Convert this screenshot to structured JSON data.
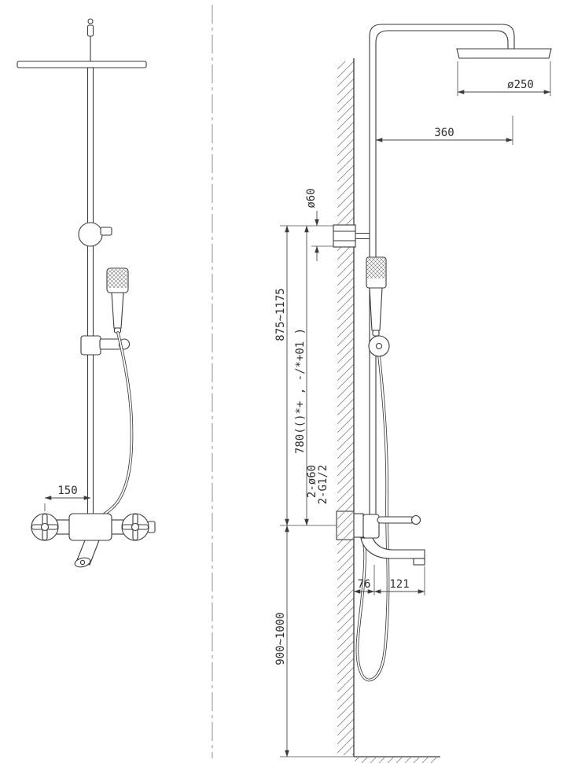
{
  "front_view": {
    "handle_spacing": "150"
  },
  "side_view": {
    "head_diameter": "ø250",
    "arm_reach": "360",
    "bracket_diameter": "ø60",
    "riser_height_range": "875~1175",
    "riser_length_note": "780(()*+ , -/*+01 )",
    "wall_holes": "2-ø60",
    "connection_thread": "2-G1/2",
    "spout_wall_offset": "76",
    "spout_reach": "121",
    "mixer_floor_height": "900~1000"
  },
  "colors": {
    "line": "#3a3a3a",
    "hatch": "#8a8a8a",
    "text": "#2f2f2f"
  }
}
